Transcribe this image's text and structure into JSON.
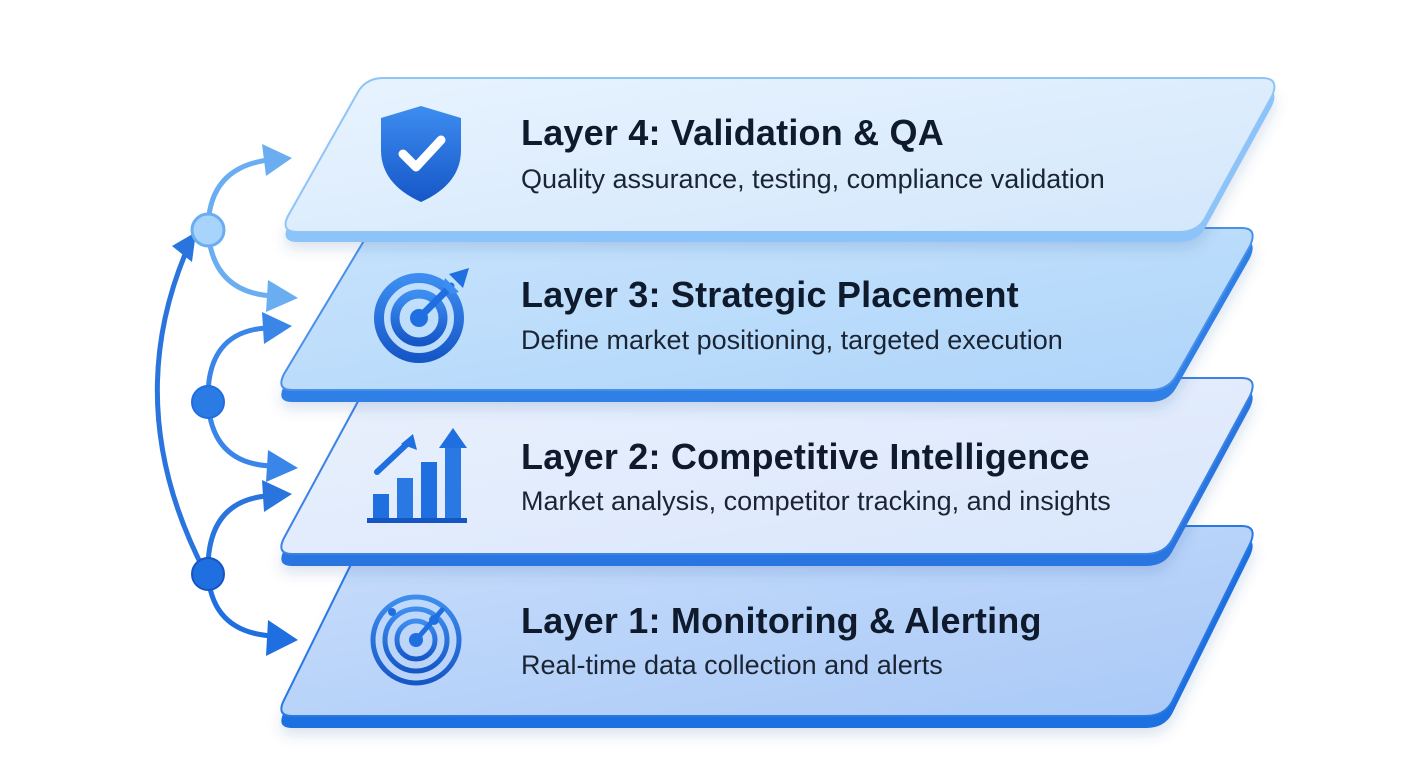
{
  "layers": [
    {
      "title": "Layer 4: Validation & QA",
      "description": "Quality assurance, testing, compliance validation",
      "icon": "shield-check-icon"
    },
    {
      "title": "Layer 3: Strategic Placement",
      "description": "Define market positioning, targeted execution",
      "icon": "target-arrow-icon"
    },
    {
      "title": "Layer 2: Competitive Intelligence",
      "description": "Market analysis, competitor tracking, and insights",
      "icon": "bar-chart-growth-icon"
    },
    {
      "title": "Layer 1: Monitoring & Alerting",
      "description": "Real-time data collection and alerts",
      "icon": "radar-icon"
    }
  ],
  "colors": {
    "accent": "#1f6fe0",
    "accent_dark": "#1656c2",
    "layer4_fill": "#dcedfd",
    "layer3_fill": "#b9dcfb",
    "layer2_fill": "#e1ebfc",
    "layer1_fill": "#b8d3fa",
    "text": "#0f1b2d"
  }
}
